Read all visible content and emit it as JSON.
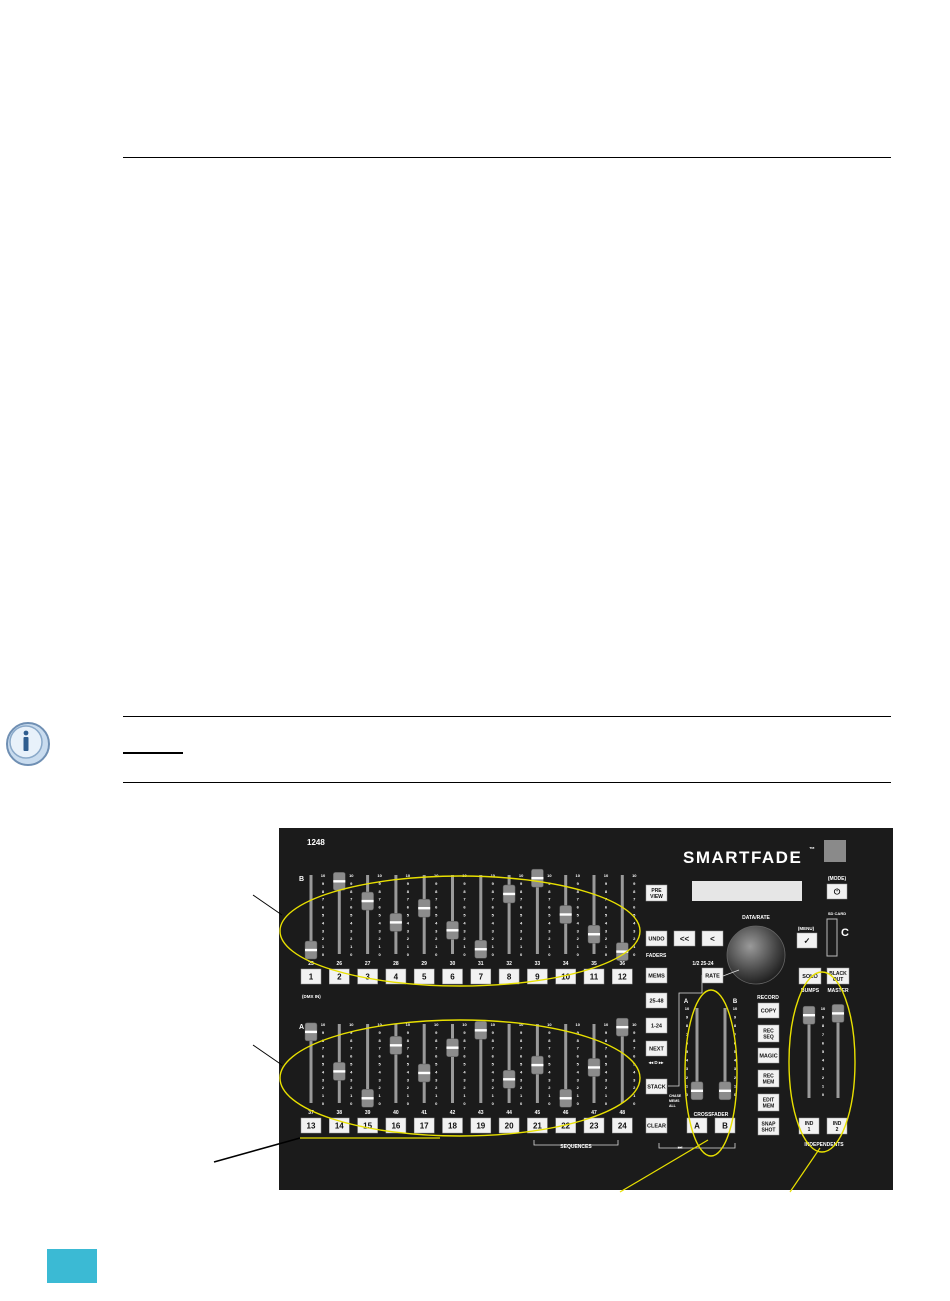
{
  "console": {
    "model_label": "1248",
    "brand": "SMARTFADE",
    "brand_tm": "™",
    "row_b_letter": "B",
    "row_a_letter": "A",
    "dmx_in": "(DMX IN)",
    "scale_labels": [
      "10",
      "9",
      "8",
      "7",
      "6",
      "5",
      "4",
      "3",
      "2",
      "1",
      "0"
    ],
    "top_channel_numbers": [
      "25",
      "26",
      "27",
      "28",
      "29",
      "30",
      "31",
      "32",
      "33",
      "34",
      "35",
      "36"
    ],
    "top_button_numbers": [
      "1",
      "2",
      "3",
      "4",
      "5",
      "6",
      "7",
      "8",
      "9",
      "10",
      "11",
      "12"
    ],
    "bottom_channel_numbers": [
      "37",
      "38",
      "39",
      "40",
      "41",
      "42",
      "43",
      "44",
      "45",
      "46",
      "47",
      "48"
    ],
    "bottom_button_numbers": [
      "13",
      "14",
      "15",
      "16",
      "17",
      "18",
      "19",
      "20",
      "21",
      "22",
      "23",
      "24"
    ],
    "top_fader_levels": [
      0.05,
      0.92,
      0.67,
      0.4,
      0.58,
      0.3,
      0.06,
      0.76,
      0.96,
      0.5,
      0.25,
      0.03
    ],
    "bottom_fader_levels": [
      0.9,
      0.4,
      0.06,
      0.73,
      0.38,
      0.7,
      0.92,
      0.3,
      0.48,
      0.06,
      0.45,
      0.96
    ],
    "preview_label": [
      "PRE",
      "VIEW"
    ],
    "undo_label": "UNDO",
    "back_label": "<<",
    "prev_label": "<",
    "menu_label": "(MENU)",
    "check_label": "✓",
    "mode_label": "(MODE)",
    "sd_card_label": "SD CARD",
    "card_letter": "C",
    "data_rate_label": "DATA/RATE",
    "faders_label": "FADERS",
    "mems_label": "MEMS",
    "range_25_48": "25-48",
    "range_1_24": "1-24",
    "next_label": "NEXT",
    "d_label": "◂◂ D ▸▸",
    "stack_label": "STACK",
    "stack_modes": [
      "CHASE",
      "MEMS",
      "ALL"
    ],
    "clear_label": "CLEAR",
    "rate_badge": "1/2 25-24",
    "rate_label": "RATE",
    "record_label": "RECORD",
    "copy_label": "COPY",
    "rec_seq_label": [
      "REC",
      "SEQ"
    ],
    "magic_label": "MAGIC",
    "rec_mem_label": [
      "REC",
      "MEM"
    ],
    "edit_mem_label": [
      "EDIT",
      "MEM"
    ],
    "snap_shot_label": [
      "SNAP",
      "SHOT"
    ],
    "crossfader_label": "CROSSFADER",
    "crossfader_a": "A",
    "crossfader_b": "B",
    "crossfader_a_levels": 0.08,
    "crossfader_b_levels": 0.08,
    "xf_button_a": "A",
    "xf_button_b": "B",
    "solo_label": "SOLO",
    "blackout_label": [
      "BLACK",
      "OUT"
    ],
    "bumps_label": "BUMPS",
    "master_label": "MASTER",
    "ind1_label": [
      "IND",
      "1"
    ],
    "ind2_label": [
      "IND",
      "2"
    ],
    "independents_label": "INDEPENDENTS",
    "sequences_label": "SEQUENCES",
    "independent_levels": [
      0.92,
      0.94
    ]
  },
  "colors": {
    "page_tab": "#3bbad4",
    "console_bg": "#1b1b1b",
    "callout_yellow": "#e8e000"
  }
}
